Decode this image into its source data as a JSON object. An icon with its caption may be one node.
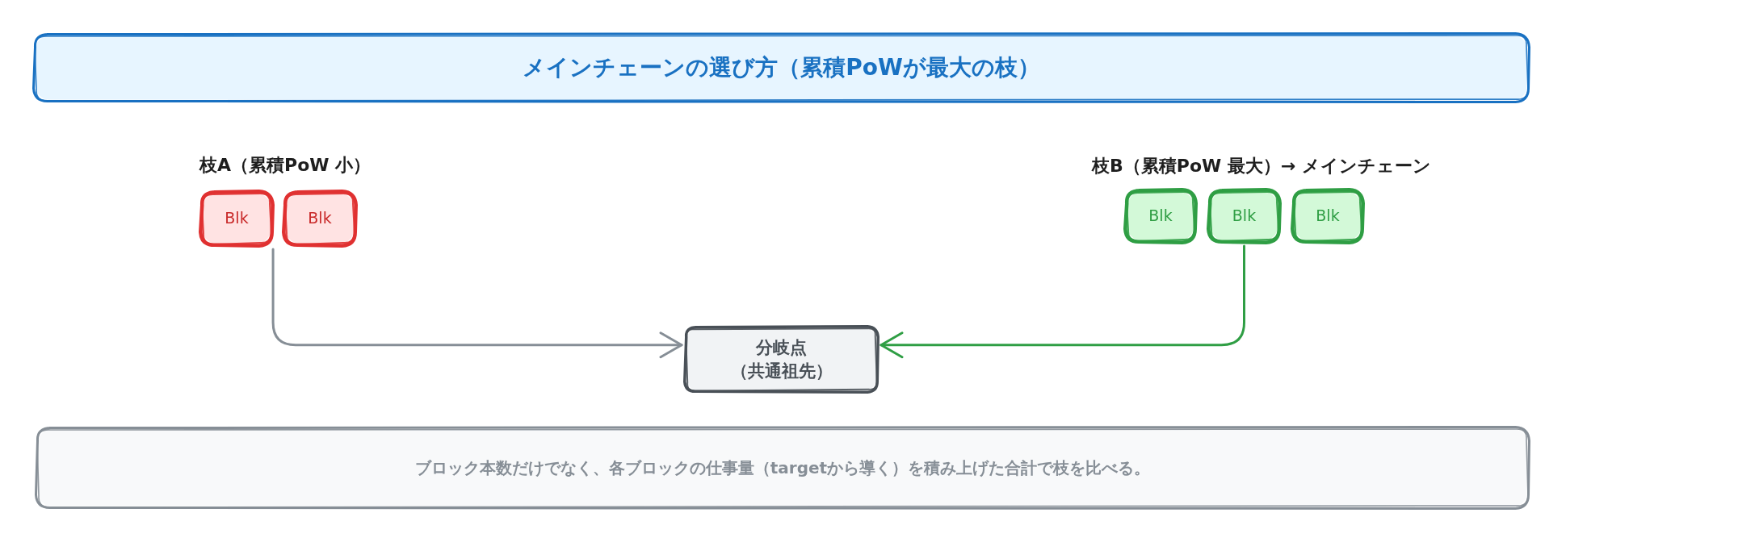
{
  "diagram": {
    "nodes": [
      {
        "text": [
          "メインチェーンの選び方（累積PoWが最大の枝）"
        ]
      },
      {
        "text": [
          "Blk"
        ]
      },
      {
        "text": [
          "Blk"
        ]
      },
      {
        "text": [
          "Blk"
        ]
      },
      {
        "text": [
          "Blk"
        ]
      },
      {
        "text": [
          "Blk"
        ]
      },
      {
        "text": [
          "分岐点（共通祖先）"
        ]
      },
      {
        "text": [
          "ブロック本数だけでなく、各ブロックの仕事量（targetから導く）を積み上げた合計で枝を比べる。"
        ]
      }
    ],
    "edges": [
      {
        "from": 1,
        "to": 6,
        "arrow": "to",
        "color": "#868e96"
      },
      {
        "from": 4,
        "to": 6,
        "arrow": "to",
        "color": "#2f9e44"
      }
    ],
    "labels": [
      "枝A（累積PoW 小）",
      "枝B（累積PoW 最大）→ メインチェーン"
    ]
  }
}
